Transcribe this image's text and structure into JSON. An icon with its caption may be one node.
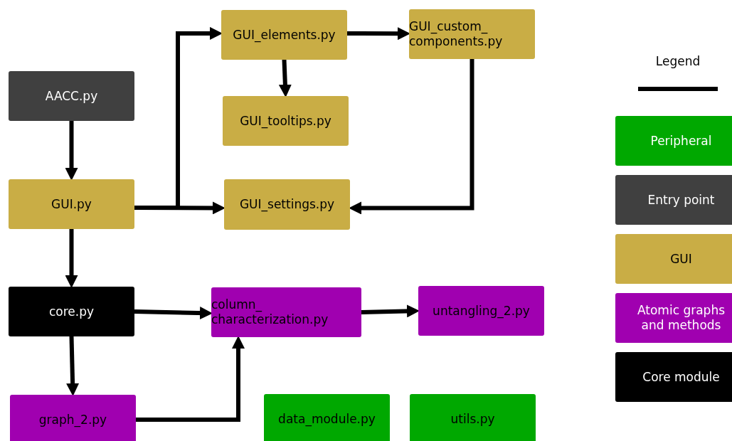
{
  "diagram": {
    "nodes": [
      {
        "text": [
          "AACC.py"
        ]
      },
      {
        "text": [
          "GUI.py"
        ]
      },
      {
        "text": [
          "GUI_elements.py"
        ]
      },
      {
        "text": [
          "GUI_custom_ components.py"
        ]
      },
      {
        "text": [
          "GUI_tooltips.py"
        ]
      },
      {
        "text": [
          "GUI_settings.py"
        ]
      },
      {
        "text": [
          "core.py"
        ]
      },
      {
        "text": [
          "column_ characterization.py"
        ]
      },
      {
        "text": [
          "untangling_2.py"
        ]
      },
      {
        "text": [
          "graph_2.py"
        ]
      },
      {
        "text": [
          "data_module.py"
        ]
      },
      {
        "text": [
          "utils.py"
        ]
      }
    ],
    "edges": [
      {
        "from": 0,
        "to": 1,
        "arrow": "to"
      },
      {
        "from": 1,
        "to": 2,
        "arrow": "to"
      },
      {
        "from": 1,
        "to": 5,
        "arrow": "to"
      },
      {
        "from": 3,
        "to": 5,
        "arrow": "to"
      },
      {
        "from": 2,
        "to": 3,
        "arrow": "to"
      },
      {
        "from": 2,
        "to": 4,
        "arrow": "to"
      },
      {
        "from": 1,
        "to": 6,
        "arrow": "to"
      },
      {
        "from": 6,
        "to": 7,
        "arrow": "to"
      },
      {
        "from": 7,
        "to": 8,
        "arrow": "to"
      },
      {
        "from": 6,
        "to": 9,
        "arrow": "to"
      },
      {
        "from": 9,
        "to": 7,
        "arrow": "to"
      }
    ],
    "labels": [
      "Legend"
    ],
    "legend": [
      {
        "text": "Peripheral",
        "color": "#00a800"
      },
      {
        "text": "Entry point",
        "color": "#404040"
      },
      {
        "text": "GUI",
        "color": "#c9ad45"
      },
      {
        "text": "Atomic graphs and methods",
        "color": "#a000b0"
      },
      {
        "text": "Core module",
        "color": "#000000"
      }
    ]
  }
}
